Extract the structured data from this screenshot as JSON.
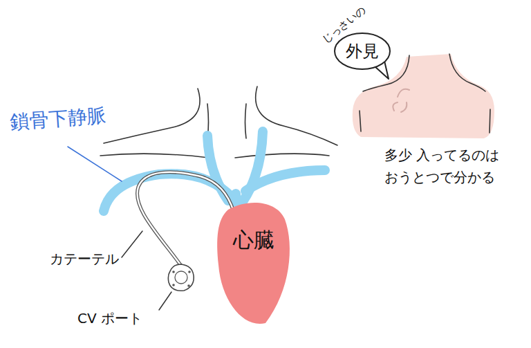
{
  "diagram": {
    "nodes": [
      {
        "text": [
          "じっさいの",
          "外見"
        ]
      },
      {
        "text": [
          "心臓"
        ]
      }
    ],
    "labels": [
      "鎖骨下静脈",
      "カテーテル",
      "CV ポート",
      "多少 入ってるのは おうとつで分かる"
    ]
  }
}
